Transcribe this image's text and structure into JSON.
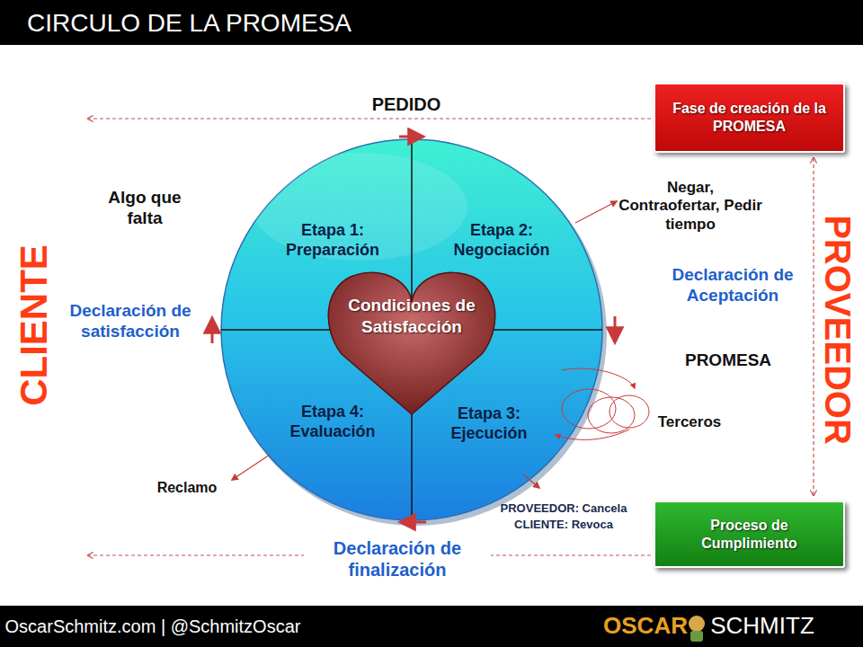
{
  "diagram": {
    "title": "CIRCULO DE LA PROMESA",
    "nodes": [
      {
        "text": [
          "Fase de creación de la PROMESA"
        ]
      },
      {
        "text": [
          "Etapa 1: Preparación"
        ]
      },
      {
        "text": [
          "Etapa 2: Negociación"
        ]
      },
      {
        "text": [
          "Condiciones de Satisfacción"
        ]
      },
      {
        "text": [
          "Etapa 4: Evaluación"
        ]
      },
      {
        "text": [
          "Etapa 3: Ejecución"
        ]
      },
      {
        "text": [
          "Proceso de Cumplimiento"
        ]
      }
    ],
    "edges": [
      {
        "from": 0,
        "to": 6,
        "arrow": "both"
      }
    ],
    "labels": [
      "PEDIDO",
      "Algo que falta",
      "Negar, Contraofertar, Pedir tiempo",
      "CLIENTE",
      "Declaración de satisfacción",
      "Declaración de Aceptación",
      "PROVEEDOR",
      "PROMESA",
      "Terceros",
      "Reclamo",
      "PROVEEDOR: Cancela",
      "CLIENTE: Revoca",
      "Declaración de finalización",
      "OscarSchmitz.com | @SchmitzOscar",
      "OSCAR",
      "SCHMITZ"
    ]
  }
}
